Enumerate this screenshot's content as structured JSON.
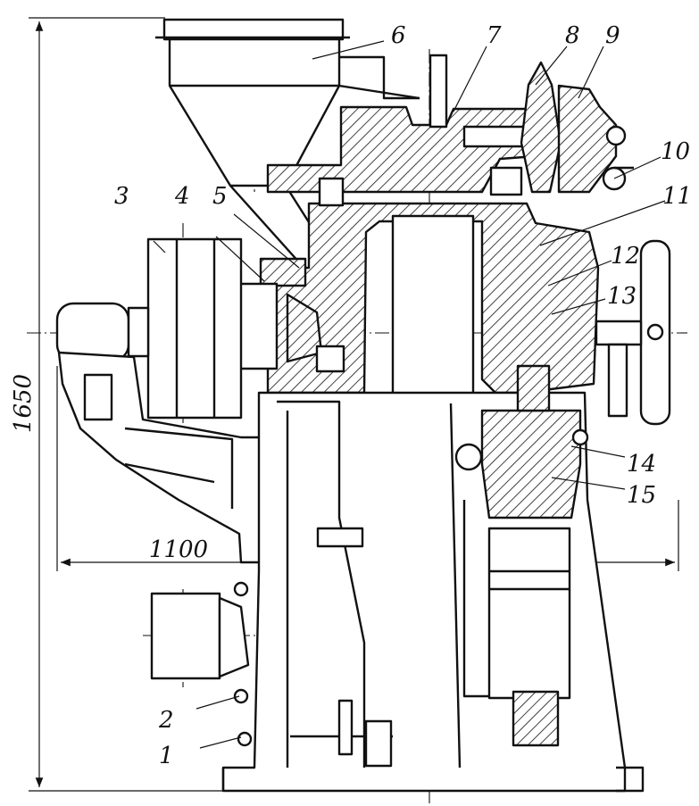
{
  "figure": {
    "dimensions": {
      "height": "1650",
      "width": "1100"
    },
    "callouts": [
      {
        "id": "1",
        "text": "1"
      },
      {
        "id": "2",
        "text": "2"
      },
      {
        "id": "3",
        "text": "3"
      },
      {
        "id": "4",
        "text": "4"
      },
      {
        "id": "5",
        "text": "5"
      },
      {
        "id": "6",
        "text": "6"
      },
      {
        "id": "7",
        "text": "7"
      },
      {
        "id": "8",
        "text": "8"
      },
      {
        "id": "9",
        "text": "9"
      },
      {
        "id": "10",
        "text": "10"
      },
      {
        "id": "11",
        "text": "11"
      },
      {
        "id": "12",
        "text": "12"
      },
      {
        "id": "13",
        "text": "13"
      },
      {
        "id": "14",
        "text": "14"
      },
      {
        "id": "15",
        "text": "15"
      }
    ]
  }
}
